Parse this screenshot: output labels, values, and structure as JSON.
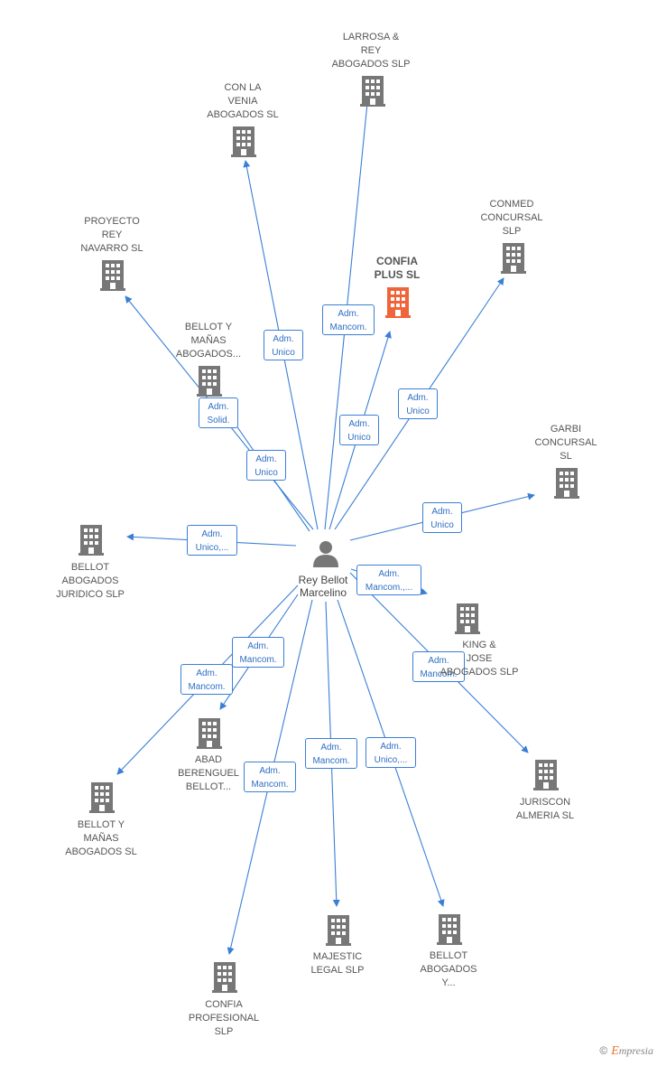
{
  "center": {
    "name": "Rey Bellot\nMarcelino",
    "icon": "person-icon"
  },
  "companies": [
    {
      "id": "larrosa",
      "name": "LARROSA &\nREY\nABOGADOS  SLP",
      "focus": false
    },
    {
      "id": "con-la-venia",
      "name": "CON LA\nVENIA\nABOGADOS  SL",
      "focus": false
    },
    {
      "id": "conmed",
      "name": "CONMED\nCONCURSAL\nSLP",
      "focus": false
    },
    {
      "id": "proyecto-rey",
      "name": "PROYECTO\nREY\nNAVARRO SL",
      "focus": false
    },
    {
      "id": "confia-plus",
      "name": "CONFIA\nPLUS  SL",
      "focus": true
    },
    {
      "id": "bellot-manas-abogados-dots",
      "name": "BELLOT Y\nMAÑAS\nABOGADOS...",
      "focus": false
    },
    {
      "id": "garbi",
      "name": "GARBI\nCONCURSAL\nSL",
      "focus": false
    },
    {
      "id": "bellot-juridico",
      "name": "BELLOT\nABOGADOS\nJURIDICO  SLP",
      "focus": false
    },
    {
      "id": "king-jose",
      "name": "KING &\nJOSE\nABOGADOS  SLP",
      "focus": false
    },
    {
      "id": "abad-berenguel",
      "name": "ABAD\nBERENGUEL\nBELLOT...",
      "focus": false
    },
    {
      "id": "juriscon",
      "name": "JURISCON\nALMERIA  SL",
      "focus": false
    },
    {
      "id": "bellot-manas-sl",
      "name": "BELLOT Y\nMAÑAS\nABOGADOS  SL",
      "focus": false
    },
    {
      "id": "majestic",
      "name": "MAJESTIC\nLEGAL  SLP",
      "focus": false
    },
    {
      "id": "bellot-abogados-y",
      "name": "BELLOT\nABOGADOS\nY...",
      "focus": false
    },
    {
      "id": "confia-profesional",
      "name": "CONFIA\nPROFESIONAL\nSLP",
      "focus": false
    }
  ],
  "relations": [
    {
      "target": "larrosa",
      "label": "Adm.\nMancom."
    },
    {
      "target": "con-la-venia",
      "label": "Adm.\nUnico"
    },
    {
      "target": "conmed",
      "label": "Adm.\nUnico"
    },
    {
      "target": "proyecto-rey",
      "label": "Adm.\nUnico"
    },
    {
      "target": "confia-plus",
      "label": "Adm.\nUnico"
    },
    {
      "target": "bellot-manas-abogados-dots",
      "label": "Adm.\nSolid."
    },
    {
      "target": "garbi",
      "label": "Adm.\nUnico"
    },
    {
      "target": "bellot-juridico",
      "label": "Adm.\nUnico,..."
    },
    {
      "target": "king-jose",
      "label": "Adm.\nMancom.,..."
    },
    {
      "target": "abad-berenguel",
      "label": "Adm.\nMancom."
    },
    {
      "target": "juriscon",
      "label": "Adm.\nMancom."
    },
    {
      "target": "bellot-manas-sl",
      "label": "Adm.\nMancom."
    },
    {
      "target": "majestic",
      "label": "Adm.\nMancom."
    },
    {
      "target": "bellot-abogados-y",
      "label": "Adm.\nUnico,..."
    },
    {
      "target": "confia-profesional",
      "label": "Adm.\nMancom."
    }
  ],
  "colors": {
    "edge": "#3a7fd5",
    "building": "#777777",
    "focus_building": "#f0643a",
    "person": "#777777"
  },
  "watermark": {
    "symbol": "©",
    "brand_initial": "E",
    "brand_rest": "mpresia"
  }
}
